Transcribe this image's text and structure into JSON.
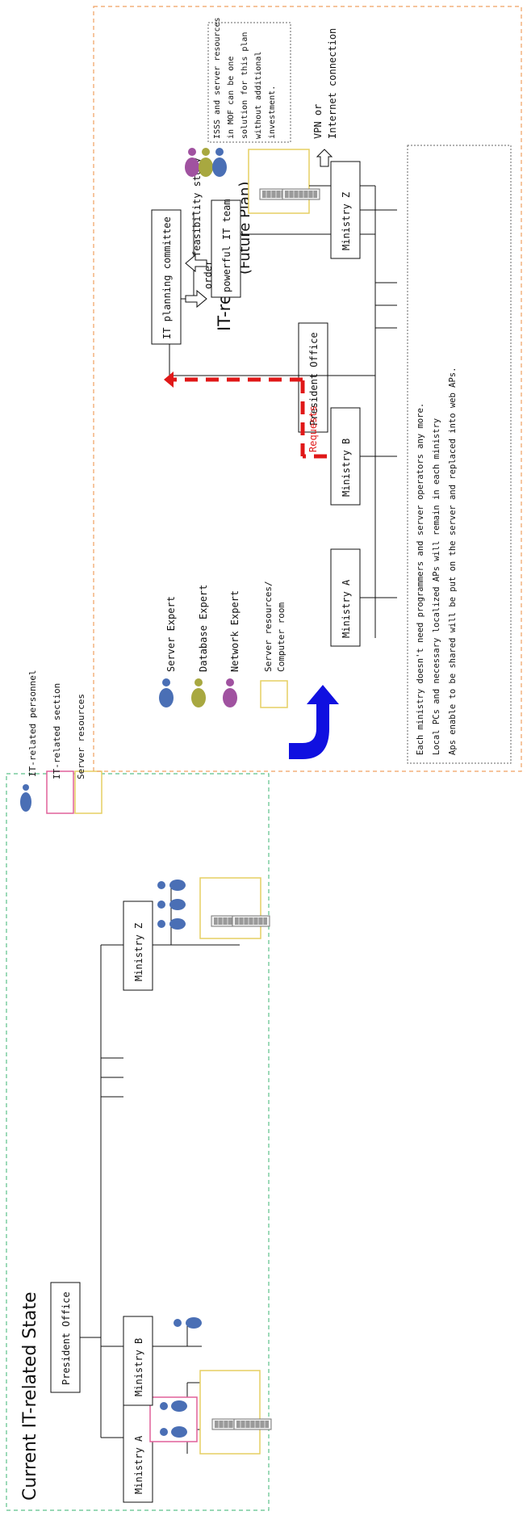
{
  "current": {
    "title": "Current IT-related State",
    "president_office": "President Office",
    "ministry_a": "Ministry  A",
    "ministry_b": "Ministry  B",
    "ministry_z": "Ministry  Z",
    "legend": {
      "personnel": "IT-related personnel",
      "section": "IT-related section",
      "server": "Server resources"
    }
  },
  "future": {
    "title": "IT-related State",
    "subtitle": "(Future Plan)",
    "president_office": "President Office",
    "it_planning_committee": "IT planning committee",
    "powerful_it_team": "powerful IT team",
    "order": "order",
    "feasibility_study": "feasibility study",
    "requests": "Requests",
    "ministry_a": "Ministry  A",
    "ministry_b": "Ministry  B",
    "ministry_z": "Ministry  Z",
    "vpn_line1": "VPN or",
    "vpn_line2": "Internet connection",
    "isss_note": [
      "ISSS and server resources",
      "in MOF can be one",
      "solution for this plan",
      "without additional",
      "investment."
    ],
    "legend": {
      "server_expert": "Server Expert",
      "database_expert": "Database Expert",
      "network_expert": "Network Expert",
      "server_resources_1": "Server resources/",
      "server_resources_2": "Computer room"
    },
    "bottom_note": [
      "Each ministry doesn't need programmers and server operators any more.",
      "Local PCs and necessary localized APs will remain in each ministry",
      "Aps enable to be shared will be put on the server and replaced into web APs."
    ]
  },
  "colors": {
    "person_blue": "#4a6fb5",
    "person_olive": "#a8a840",
    "person_purple": "#a052a0",
    "section_pink": "#e0609a",
    "server_yellow": "#e6cf62",
    "request_red": "#e01818",
    "transition_arrow_blue": "#1010e0",
    "current_border_green": "#5cc08a",
    "future_border_orange": "#f0a060"
  }
}
